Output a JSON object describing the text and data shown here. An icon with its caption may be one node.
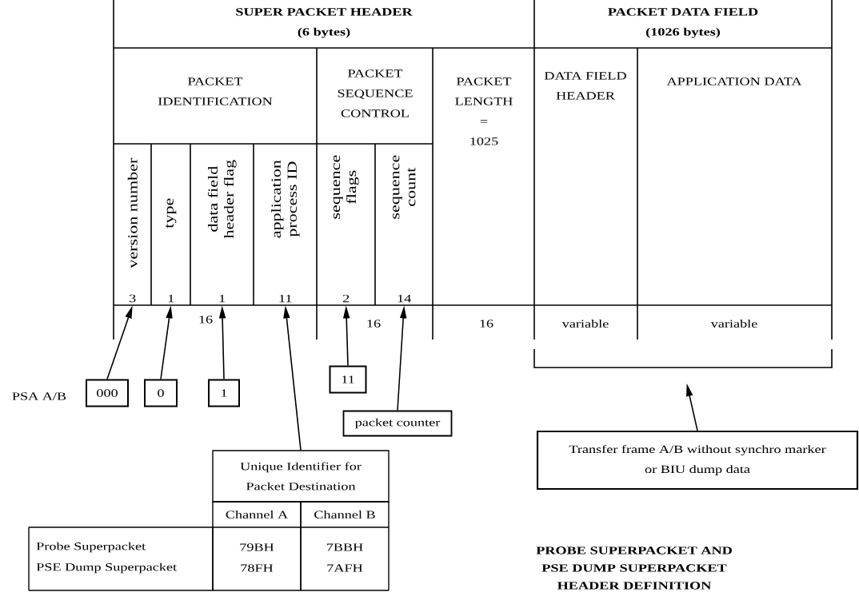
{
  "diagram": {
    "caption": "PROBE SUPERPACKET AND PSE DUMP SUPERPACKET HEADER DEFINITION",
    "nodes": [
      {
        "text": [
          "SUPER PACKET HEADER",
          "(6 bytes)"
        ]
      },
      {
        "text": [
          "PACKET DATA FIELD",
          "(1026 bytes)"
        ]
      },
      {
        "text": [
          "PACKET IDENTIFICATION"
        ]
      },
      {
        "text": [
          "PACKET SEQUENCE CONTROL"
        ]
      },
      {
        "text": [
          "PACKET LENGTH",
          "=",
          "1025"
        ]
      },
      {
        "text": [
          "DATA FIELD HEADER"
        ]
      },
      {
        "text": [
          "APPLICATION DATA"
        ]
      },
      {
        "text": [
          "version number",
          "3"
        ]
      },
      {
        "text": [
          "type",
          "1"
        ]
      },
      {
        "text": [
          "data field header flag",
          "1"
        ]
      },
      {
        "text": [
          "application process ID",
          "11"
        ]
      },
      {
        "text": [
          "sequence flags",
          "2"
        ]
      },
      {
        "text": [
          "sequence count",
          "14"
        ]
      },
      {
        "text": [
          "000"
        ]
      },
      {
        "text": [
          "0"
        ]
      },
      {
        "text": [
          "1"
        ]
      },
      {
        "text": [
          "11"
        ]
      },
      {
        "text": [
          "packet counter"
        ]
      },
      {
        "text": [
          "Unique Identifier for Packet Destination",
          "Channel A",
          "Channel B",
          "Probe Superpacket",
          "79BH",
          "7BBH",
          "PSE Dump Superpacket",
          "78FH",
          "7AFH"
        ]
      },
      {
        "text": [],
        "shape": "bracket"
      },
      {
        "text": [
          "Transfer frame A/B without synchro marker or BIU dump data"
        ]
      }
    ],
    "edges": [
      {
        "from": 13,
        "to": 7,
        "arrow": "to"
      },
      {
        "from": 14,
        "to": 8,
        "arrow": "to"
      },
      {
        "from": 15,
        "to": 9,
        "arrow": "to"
      },
      {
        "from": 18,
        "to": 10,
        "arrow": "to"
      },
      {
        "from": 16,
        "to": 11,
        "arrow": "to"
      },
      {
        "from": 17,
        "to": 12,
        "arrow": "to"
      },
      {
        "from": 20,
        "to": 19,
        "arrow": "to"
      }
    ],
    "labels": [
      "PSA A/B",
      "16",
      "16",
      "16",
      "variable",
      "variable"
    ]
  }
}
